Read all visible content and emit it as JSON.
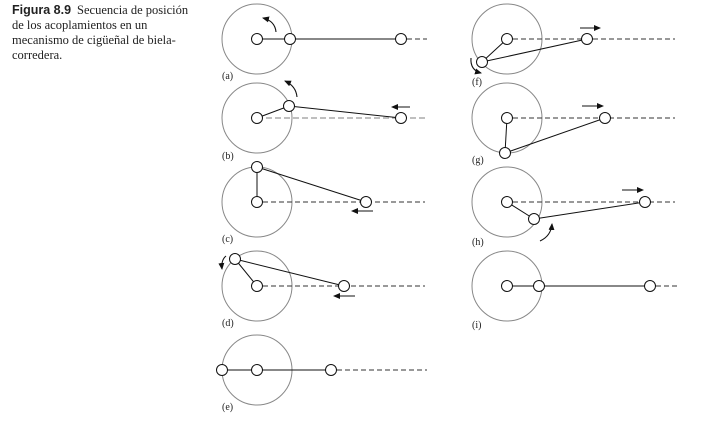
{
  "caption": {
    "figure_number": "Figura 8.9",
    "text": "Secuencia de posición de los acoplamientos en un mecanismo de cigüeñal de biela-corredera."
  },
  "panels": [
    {
      "label": "(a)"
    },
    {
      "label": "(b)"
    },
    {
      "label": "(c)"
    },
    {
      "label": "(d)"
    },
    {
      "label": "(e)"
    },
    {
      "label": "(f)"
    },
    {
      "label": "(g)"
    },
    {
      "label": "(h)"
    },
    {
      "label": "(i)"
    }
  ]
}
